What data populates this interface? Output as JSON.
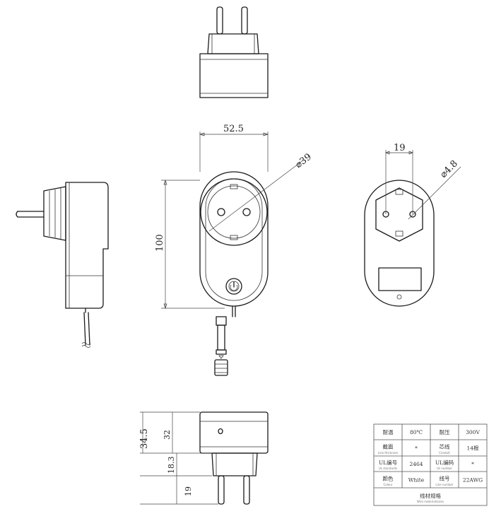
{
  "dimensions": {
    "width": "52.5",
    "diameter_plug": "⌀39",
    "height": "100",
    "pin_spacing": "19",
    "pin_diameter": "⌀4.8",
    "depth_total": "34.5",
    "depth_body": "32",
    "pin_length": "18.3",
    "pin_offset": "19"
  },
  "spec_table": {
    "rows": [
      [
        {
          "main": "耐温",
          "sub": ""
        },
        {
          "main": "80℃",
          "sub": ""
        },
        {
          "main": "耐压",
          "sub": ""
        },
        {
          "main": "300V",
          "sub": ""
        }
      ],
      [
        {
          "main": "截面",
          "sub": "Line thickness"
        },
        {
          "main": "*",
          "sub": ""
        },
        {
          "main": "芯线",
          "sub": "Conduit"
        },
        {
          "main": "14根",
          "sub": ""
        }
      ],
      [
        {
          "main": "UL编号",
          "sub": "UL standards"
        },
        {
          "main": "2464",
          "sub": ""
        },
        {
          "main": "UL编码",
          "sub": "UL number"
        },
        {
          "main": "*",
          "sub": ""
        }
      ],
      [
        {
          "main": "颜色",
          "sub": "Colour"
        },
        {
          "main": "White",
          "sub": ""
        },
        {
          "main": "线号",
          "sub": "Line number"
        },
        {
          "main": "22AWG",
          "sub": ""
        }
      ]
    ],
    "footer": {
      "main": "线材规格",
      "sub": "Wire material/sizes"
    }
  }
}
